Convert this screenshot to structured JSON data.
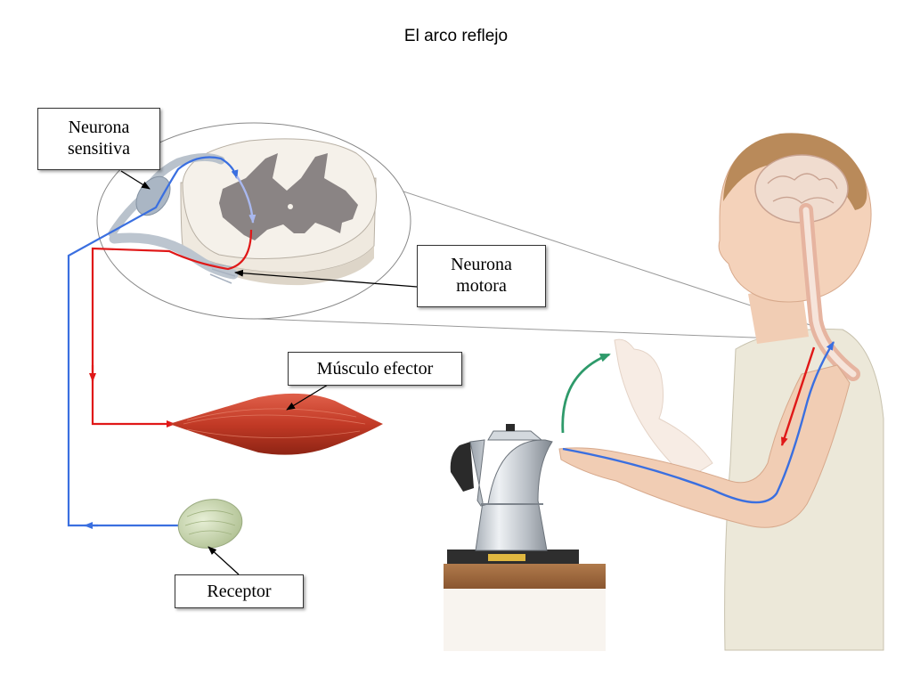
{
  "title": "El arco reflejo",
  "labels": {
    "sensory_neuron_line1": "Neurona",
    "sensory_neuron_line2": "sensitiva",
    "motor_neuron_line1": "Neurona",
    "motor_neuron_line2": "motora",
    "effector_muscle": "Músculo efector",
    "receptor": "Receptor"
  },
  "colors": {
    "sensory_pathway": "#3a6fe0",
    "motor_pathway": "#e01818",
    "withdrawal_arrow": "#2e9a6a",
    "muscle": "#c8402a",
    "receptor": "#c9d8b0",
    "spinal_gray_matter": "#8a8484"
  }
}
